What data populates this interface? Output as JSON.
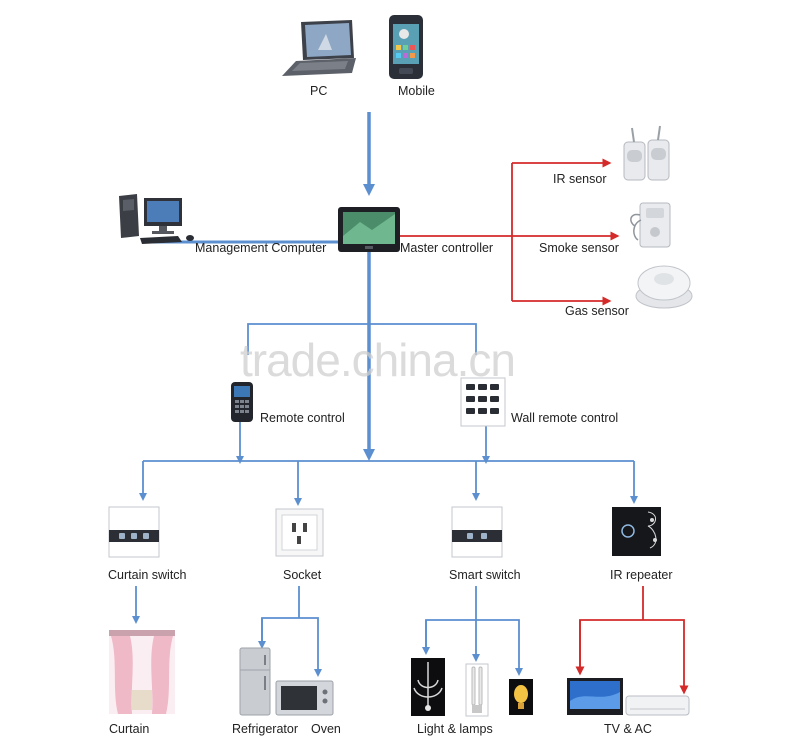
{
  "labels": {
    "pc": "PC",
    "mobile": "Mobile",
    "management_computer": "Management Computer",
    "master_controller": "Master controller",
    "ir_sensor": "IR sensor",
    "smoke_sensor": "Smoke sensor",
    "gas_sensor": "Gas sensor",
    "remote_control": "Remote control",
    "wall_remote_control": "Wall remote control",
    "curtain_switch": "Curtain switch",
    "socket": "Socket",
    "smart_switch": "Smart switch",
    "ir_repeater": "IR repeater",
    "curtain": "Curtain",
    "refrigerator": "Refrigerator",
    "oven": "Oven",
    "light_lamps": "Light & lamps",
    "tv_ac": "TV & AC"
  },
  "watermark": "trade.china.cn",
  "colors": {
    "blue_line": "#5b8fd0",
    "red_line": "#d42a2a",
    "text": "#222222"
  }
}
